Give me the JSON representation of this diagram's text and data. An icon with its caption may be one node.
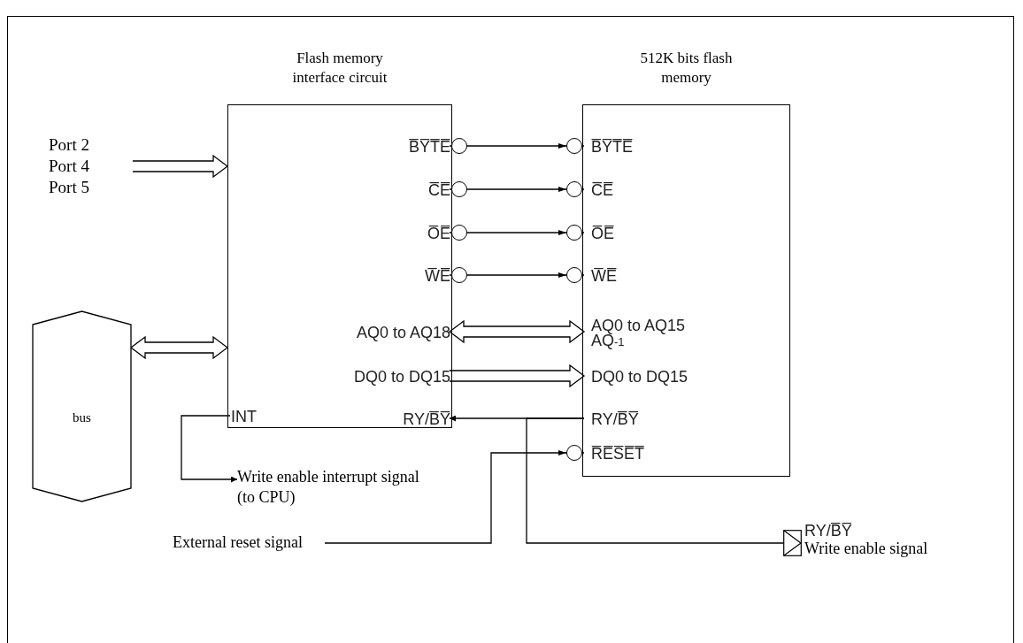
{
  "diagram": {
    "nodes": [
      {
        "text": [
          "Flash memory interface circuit"
        ]
      },
      {
        "text": [
          "512K bits flash memory"
        ]
      },
      {
        "text": [
          "B̅Y̅T̅E̅"
        ],
        "in": 0
      },
      {
        "text": [
          "C̅E̅"
        ],
        "in": 0
      },
      {
        "text": [
          "O̅E̅"
        ],
        "in": 0
      },
      {
        "text": [
          "W̅E̅"
        ],
        "in": 0
      },
      {
        "text": [
          "AQ0 to AQ18"
        ],
        "in": 0
      },
      {
        "text": [
          "DQ0 to DQ15"
        ],
        "in": 0
      },
      {
        "text": [
          "INT"
        ],
        "in": 0
      },
      {
        "text": [
          "RY/B̅Y̅"
        ],
        "in": 0
      },
      {
        "text": [
          "B̅Y̅T̅E̅"
        ],
        "in": 1
      },
      {
        "text": [
          "C̅E̅"
        ],
        "in": 1
      },
      {
        "text": [
          "O̅E̅"
        ],
        "in": 1
      },
      {
        "text": [
          "W̅E̅"
        ],
        "in": 1
      },
      {
        "text": [
          "AQ0 to AQ15",
          "AQ$_{-1}$"
        ],
        "in": 1
      },
      {
        "text": [
          "DQ0 to DQ15"
        ],
        "in": 1
      },
      {
        "text": [
          "RY/B̅Y̅"
        ],
        "in": 1
      },
      {
        "text": [
          "R̅E̅S̅E̅T̅"
        ],
        "in": 1
      },
      {
        "text": [
          "Port 2 Port 4 Port 5"
        ]
      },
      {
        "text": [
          "bus"
        ]
      },
      {
        "text": [
          "Write enable interrupt signal (to CPU)"
        ]
      },
      {
        "text": [
          "External reset signal"
        ]
      },
      {
        "text": [
          "RY/B̅Y̅",
          "Write enable signal"
        ]
      }
    ],
    "edges": [
      {
        "from": 2,
        "to": 10,
        "arrow": "to"
      },
      {
        "from": 3,
        "to": 11,
        "arrow": "to"
      },
      {
        "from": 4,
        "to": 12,
        "arrow": "to"
      },
      {
        "from": 5,
        "to": 13,
        "arrow": "to"
      },
      {
        "from": 18,
        "to": 0,
        "arrow": "to",
        "style": "thick"
      },
      {
        "from": 19,
        "to": 0,
        "arrow": "both",
        "style": "thick"
      },
      {
        "from": 6,
        "to": 14,
        "arrow": "both",
        "style": "thick"
      },
      {
        "from": 7,
        "to": 15,
        "arrow": "to",
        "style": "thick"
      },
      {
        "from": 16,
        "to": 9,
        "arrow": "to"
      },
      {
        "from": 16,
        "to": 22,
        "arrow": "none"
      },
      {
        "from": 8,
        "to": 20,
        "arrow": "to"
      },
      {
        "from": 21,
        "to": 17,
        "arrow": "to"
      }
    ]
  }
}
